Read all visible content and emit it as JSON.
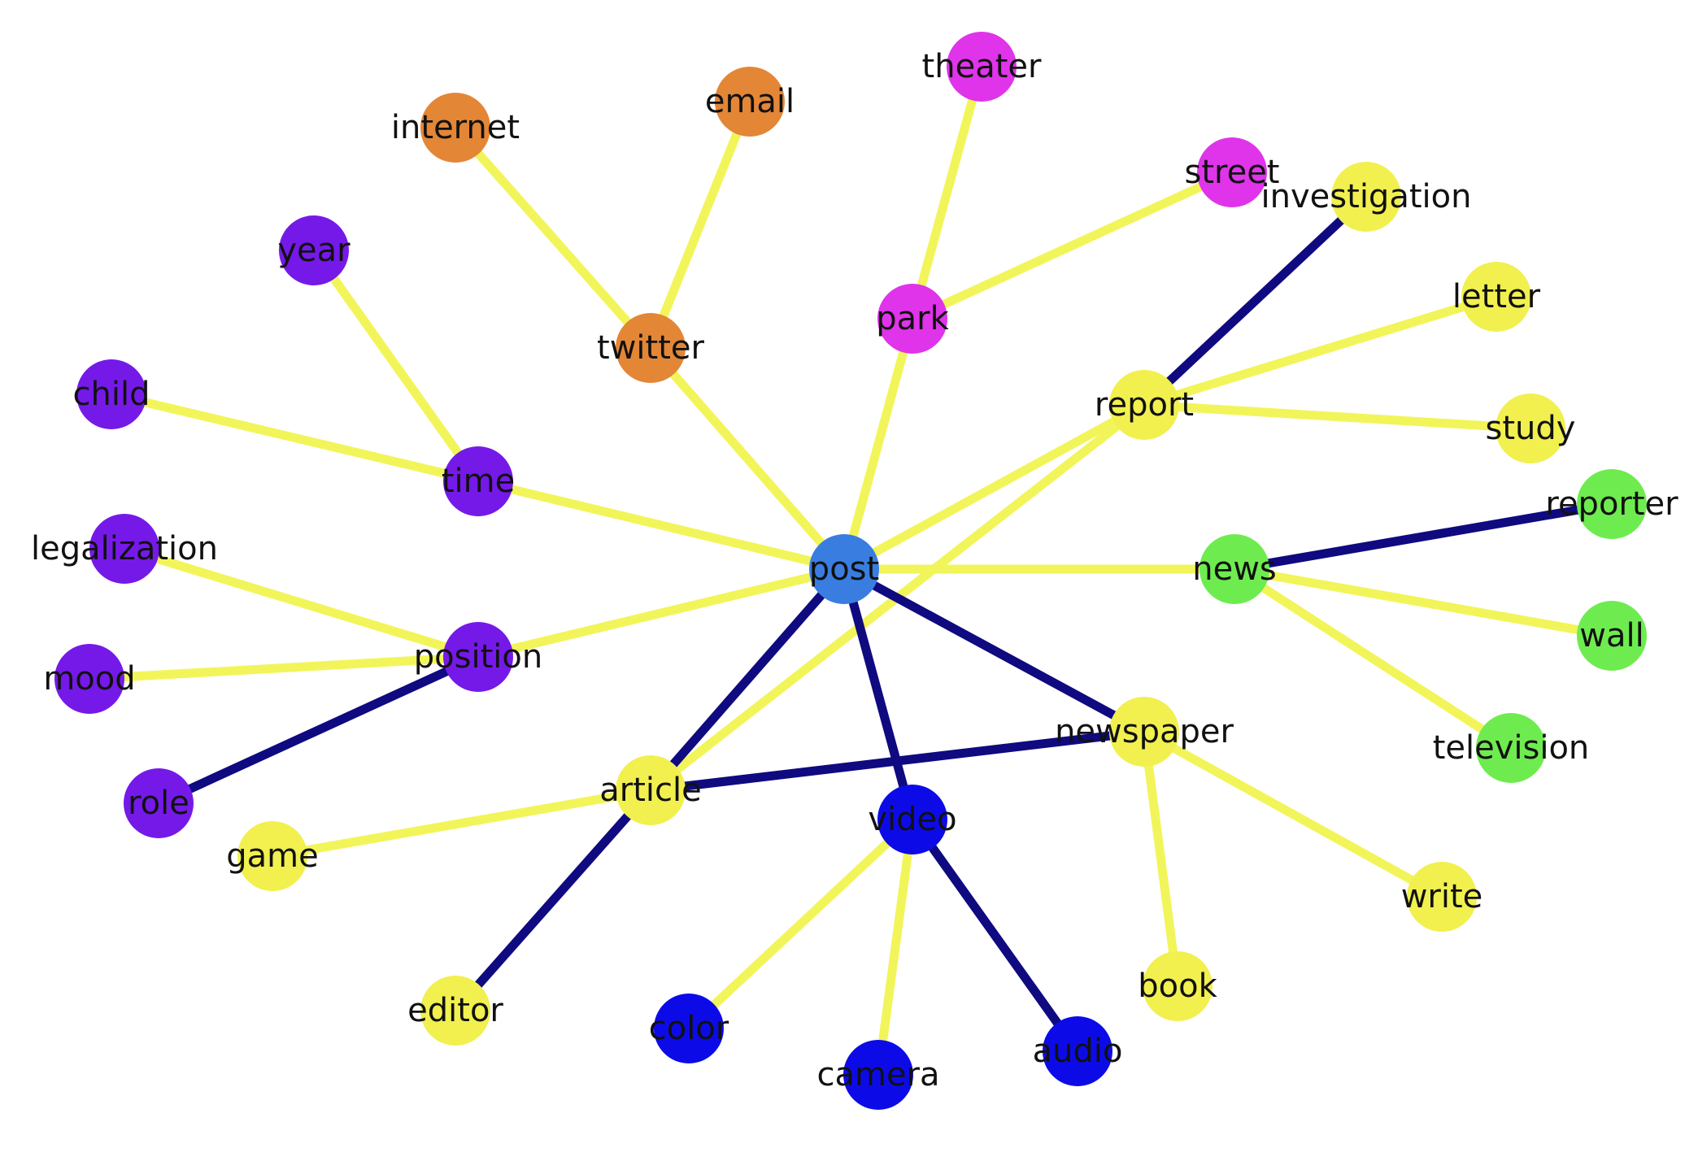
{
  "colors": {
    "link_light": "#f2f55a",
    "link_dark": "#0f0a80",
    "hub": "#3a7de0",
    "purple": "#7519e8",
    "orange": "#e38636",
    "magenta": "#df34ea",
    "yellow": "#f1f04f",
    "green": "#6eec4f",
    "blue": "#0c0be8"
  },
  "nodes": [
    {
      "id": "post",
      "label": "post",
      "color": "hub"
    },
    {
      "id": "time",
      "label": "time",
      "color": "purple"
    },
    {
      "id": "year",
      "label": "year",
      "color": "purple"
    },
    {
      "id": "child",
      "label": "child",
      "color": "purple"
    },
    {
      "id": "position",
      "label": "position",
      "color": "purple"
    },
    {
      "id": "legalization",
      "label": "legalization",
      "color": "purple"
    },
    {
      "id": "mood",
      "label": "mood",
      "color": "purple"
    },
    {
      "id": "role",
      "label": "role",
      "color": "purple"
    },
    {
      "id": "twitter",
      "label": "twitter",
      "color": "orange"
    },
    {
      "id": "internet",
      "label": "internet",
      "color": "orange"
    },
    {
      "id": "email",
      "label": "email",
      "color": "orange"
    },
    {
      "id": "park",
      "label": "park",
      "color": "magenta"
    },
    {
      "id": "theater",
      "label": "theater",
      "color": "magenta"
    },
    {
      "id": "street",
      "label": "street",
      "color": "magenta"
    },
    {
      "id": "report",
      "label": "report",
      "color": "yellow"
    },
    {
      "id": "investigation",
      "label": "investigation",
      "color": "yellow"
    },
    {
      "id": "letter",
      "label": "letter",
      "color": "yellow"
    },
    {
      "id": "study",
      "label": "study",
      "color": "yellow"
    },
    {
      "id": "news",
      "label": "news",
      "color": "green"
    },
    {
      "id": "reporter",
      "label": "reporter",
      "color": "green"
    },
    {
      "id": "wall",
      "label": "wall",
      "color": "green"
    },
    {
      "id": "television",
      "label": "television",
      "color": "green"
    },
    {
      "id": "newspaper",
      "label": "newspaper",
      "color": "yellow"
    },
    {
      "id": "write",
      "label": "write",
      "color": "yellow"
    },
    {
      "id": "book",
      "label": "book",
      "color": "yellow"
    },
    {
      "id": "article",
      "label": "article",
      "color": "yellow"
    },
    {
      "id": "game",
      "label": "game",
      "color": "yellow"
    },
    {
      "id": "editor",
      "label": "editor",
      "color": "yellow"
    },
    {
      "id": "video",
      "label": "video",
      "color": "blue"
    },
    {
      "id": "color",
      "label": "color",
      "color": "blue"
    },
    {
      "id": "camera",
      "label": "camera",
      "color": "blue"
    },
    {
      "id": "audio",
      "label": "audio",
      "color": "blue"
    }
  ],
  "edges": [
    {
      "from": "post",
      "to": "time",
      "style": "light"
    },
    {
      "from": "time",
      "to": "year",
      "style": "light"
    },
    {
      "from": "time",
      "to": "child",
      "style": "light"
    },
    {
      "from": "post",
      "to": "position",
      "style": "light"
    },
    {
      "from": "position",
      "to": "legalization",
      "style": "light"
    },
    {
      "from": "position",
      "to": "mood",
      "style": "light"
    },
    {
      "from": "position",
      "to": "role",
      "style": "dark"
    },
    {
      "from": "post",
      "to": "twitter",
      "style": "light"
    },
    {
      "from": "twitter",
      "to": "internet",
      "style": "light"
    },
    {
      "from": "twitter",
      "to": "email",
      "style": "light"
    },
    {
      "from": "post",
      "to": "park",
      "style": "light"
    },
    {
      "from": "park",
      "to": "theater",
      "style": "light"
    },
    {
      "from": "park",
      "to": "street",
      "style": "light"
    },
    {
      "from": "post",
      "to": "report",
      "style": "light"
    },
    {
      "from": "report",
      "to": "investigation",
      "style": "dark"
    },
    {
      "from": "report",
      "to": "letter",
      "style": "light"
    },
    {
      "from": "report",
      "to": "study",
      "style": "light"
    },
    {
      "from": "report",
      "to": "article",
      "style": "light"
    },
    {
      "from": "post",
      "to": "news",
      "style": "light"
    },
    {
      "from": "news",
      "to": "reporter",
      "style": "dark"
    },
    {
      "from": "news",
      "to": "wall",
      "style": "light"
    },
    {
      "from": "news",
      "to": "television",
      "style": "light"
    },
    {
      "from": "post",
      "to": "newspaper",
      "style": "dark"
    },
    {
      "from": "newspaper",
      "to": "write",
      "style": "light"
    },
    {
      "from": "newspaper",
      "to": "book",
      "style": "light"
    },
    {
      "from": "newspaper",
      "to": "article",
      "style": "dark"
    },
    {
      "from": "post",
      "to": "article",
      "style": "dark"
    },
    {
      "from": "article",
      "to": "game",
      "style": "light"
    },
    {
      "from": "article",
      "to": "editor",
      "style": "dark"
    },
    {
      "from": "post",
      "to": "video",
      "style": "dark"
    },
    {
      "from": "video",
      "to": "color",
      "style": "light"
    },
    {
      "from": "video",
      "to": "camera",
      "style": "light"
    },
    {
      "from": "video",
      "to": "audio",
      "style": "dark"
    }
  ]
}
